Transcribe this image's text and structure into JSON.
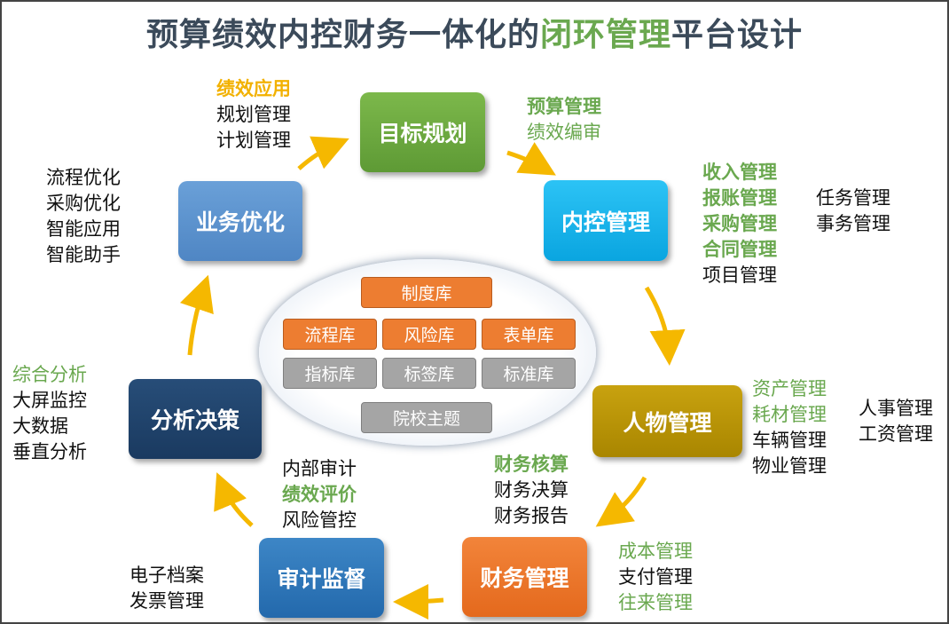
{
  "title": {
    "part1": "预算绩效内控财务一体化的",
    "highlight": "闭环管理",
    "part2": "平台设计"
  },
  "nodes": {
    "goal": "目标规划",
    "control": "内控管理",
    "asset": "人物管理",
    "finance": "财务管理",
    "audit": "审计监督",
    "analysis": "分析决策",
    "business": "业务优化"
  },
  "goal_apps": {
    "a": "绩效应用",
    "b": "规划管理",
    "c": "计划管理"
  },
  "goal_right": {
    "a": "预算管理",
    "b": "绩效编审"
  },
  "control_left": {
    "a": "收入管理",
    "b": "报账管理",
    "c": "采购管理",
    "d": "合同管理",
    "e": "项目管理"
  },
  "control_right": {
    "a": "任务管理",
    "b": "事务管理"
  },
  "asset_left": {
    "a": "资产管理",
    "b": "耗材管理",
    "c": "车辆管理",
    "d": "物业管理"
  },
  "asset_right": {
    "a": "人事管理",
    "b": "工资管理"
  },
  "finance_top": {
    "a": "财务核算",
    "b": "财务决算",
    "c": "财务报告"
  },
  "finance_right": {
    "a": "成本管理",
    "b": "支付管理",
    "c": "往来管理"
  },
  "audit_top": {
    "a": "内部审计",
    "b": "绩效评价",
    "c": "风险管控"
  },
  "audit_left": {
    "a": "电子档案",
    "b": "发票管理"
  },
  "analysis_list": {
    "a": "综合分析",
    "b": "大屏监控",
    "c": "大数据",
    "d": "垂直分析"
  },
  "business_list": {
    "a": "流程优化",
    "b": "采购优化",
    "c": "智能应用",
    "d": "智能助手"
  },
  "libraries": {
    "system": "制度库",
    "process": "流程库",
    "risk": "风险库",
    "form": "表单库",
    "indicator": "指标库",
    "tag": "标签库",
    "standard": "标准库",
    "theme": "院校主题"
  },
  "colors": {
    "arrow": "#f5b800",
    "highlight_green": "#6aa84f",
    "highlight_yellow": "#f2b100",
    "library_orange": "#ed7d31",
    "library_gray": "#a5a5a5"
  }
}
